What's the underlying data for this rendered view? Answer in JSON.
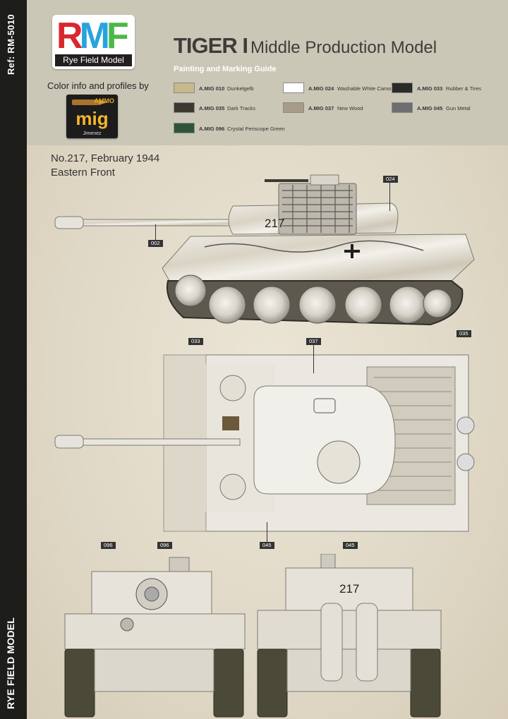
{
  "sidebar": {
    "ref": "Ref: RM-5010",
    "brand": "RYE FIELD MODEL"
  },
  "header": {
    "rmf_letters": [
      "R",
      "M",
      "F"
    ],
    "rmf_name": "Rye Field Model",
    "color_info": "Color info and profiles by",
    "mig_ammo": "AMMO",
    "mig_word": "mig",
    "mig_sub": "Jimenez",
    "title_main": "TIGER I",
    "title_sub": "Middle Production Model",
    "guide_label": "Painting and Marking Guide"
  },
  "paints": [
    {
      "code": "A.MIG 010",
      "name": "Dunkelgelb",
      "color": "#c8b88a"
    },
    {
      "code": "A.MIG 024",
      "name": "Washable White Camo",
      "color": "#ffffff"
    },
    {
      "code": "A.MIG 033",
      "name": "Rubber & Tires",
      "color": "#2a2a28"
    },
    {
      "code": "A.MIG 035",
      "name": "Dark Tracks",
      "color": "#3c3a30"
    },
    {
      "code": "A.MIG 037",
      "name": "New Wood",
      "color": "#a89c88"
    },
    {
      "code": "A.MIG 045",
      "name": "Gun Metal",
      "color": "#6e6e70"
    },
    {
      "code": "A.MIG 096",
      "name": "Crystal Periscope Green",
      "color": "#2f5538"
    }
  ],
  "markings": {
    "line1": "No.217, February 1944",
    "line2": "Eastern Front"
  },
  "vehicle_number": "217",
  "callouts": {
    "c024": "024",
    "c002": "002",
    "c033": "033",
    "c035": "035",
    "c037": "037",
    "c045a": "045",
    "c096a": "096",
    "c096b": "096",
    "c045b": "045"
  }
}
